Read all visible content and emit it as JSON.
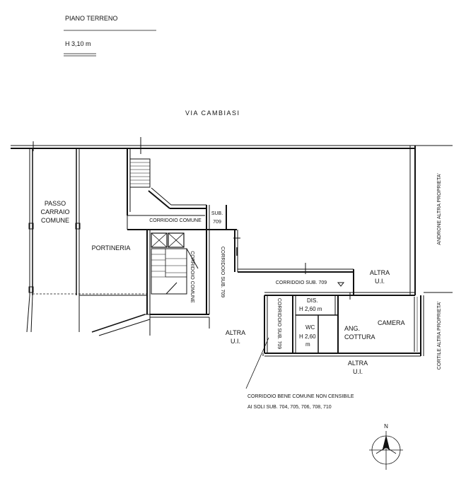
{
  "header": {
    "floor": "PIANO TERRENO",
    "height": "H 3,10 m"
  },
  "street": "VIA CAMBIASI",
  "rooms": {
    "passo_1": "PASSO",
    "passo_2": "CARRAIO",
    "passo_3": "COMUNE",
    "portineria": "PORTINERIA",
    "corr_comune_h": "CORRIDOIO COMUNE",
    "sub709_1": "SUB.",
    "sub709_2": "709",
    "corr_comune_v": "CORRIDOIO COMUNE",
    "corr_sub709_v": "CORRIDOIO SUB. 709",
    "corr_sub709_h": "CORRIDOIO SUB. 709",
    "corr_sub709_v2": "CORRIDOIO SUB. 709",
    "altra_ui_1a": "ALTRA",
    "altra_ui_1b": "U.I.",
    "altra_ui_2a": "ALTRA",
    "altra_ui_2b": "U.I.",
    "altra_ui_3a": "ALTRA",
    "altra_ui_3b": "U.I.",
    "dis": "DIS.",
    "dis_h": "H 2,60 m",
    "wc": "WC",
    "wc_h1": "H 2,60",
    "wc_h2": "m",
    "ang_1": "ANG.",
    "ang_2": "COTTURA",
    "camera": "CAMERA"
  },
  "side_labels": {
    "androne": "ANDRONE ALTRA PROPRIETA'",
    "cortile": "CORTILE ALTRA PROPRIETA'"
  },
  "note": {
    "line1": "CORRIDOIO BENE COMUNE NON CENSIBILE",
    "line2": "AI SOLI SUB. 704, 705, 706, 708, 710"
  },
  "compass": {
    "north": "N"
  }
}
